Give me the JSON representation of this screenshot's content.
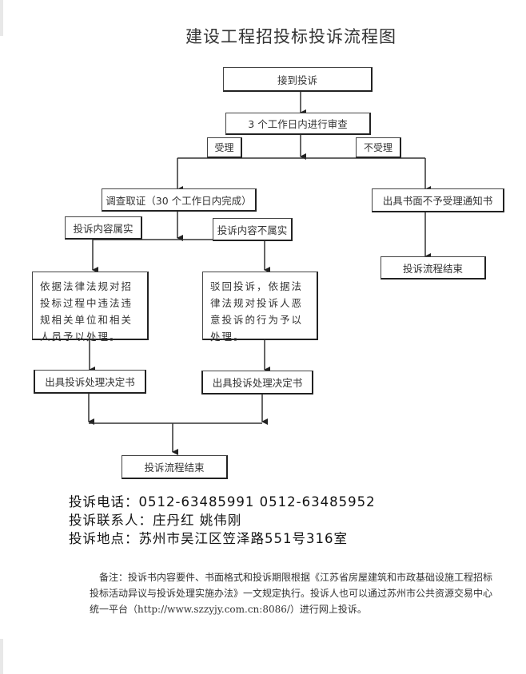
{
  "title": "建设工程招投标投诉流程图",
  "flow": {
    "receive": "接到投诉",
    "review": "3 个工作日内进行审查",
    "accept_label": "受理",
    "reject_label": "不受理",
    "investigate": "调查取证（30 个工作日内完成）",
    "reject_notice": "出具书面不予受理通知书",
    "reject_end": "投诉流程结束",
    "true_label": "投诉内容属实",
    "false_label": "投诉内容不属实",
    "true_action": "依据法律法规对招投标过程中违法违规相关单位和相关人员予以处理。",
    "false_action": "驳回投诉，依据法律法规对投诉人恶意投诉的行为予以处理。",
    "true_decision": "出具投诉处理决定书",
    "false_decision": "出具投诉处理决定书",
    "final_end": "投诉流程结束"
  },
  "contact": {
    "phone": "投诉电话：0512-63485991  0512-63485952",
    "people": "投诉联系人：庄丹红 姚伟刚",
    "address": "投诉地点：苏州市吴江区笠泽路551号316室"
  },
  "note": "备注：投诉书内容要件、书面格式和投诉期限根据《江苏省房屋建筑和市政基础设施工程招标投标活动异议与投诉处理实施办法》一文规定执行。投诉人也可以通过苏州市公共资源交易中心统一平台（http://www.szzyjy.com.cn:8086/）进行网上投诉。"
}
